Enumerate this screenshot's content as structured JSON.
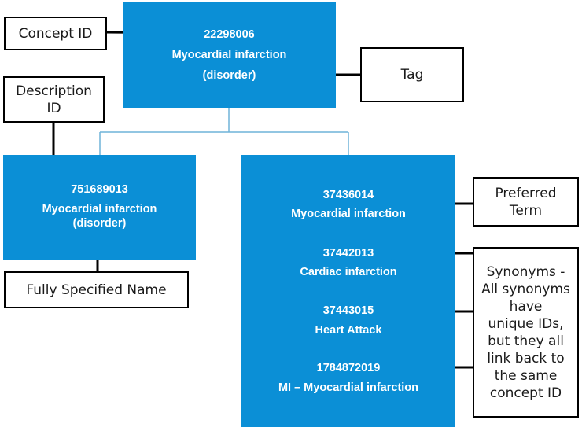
{
  "concept": {
    "id": "22298006",
    "name": "Myocardial infarction",
    "tag": "(disorder)"
  },
  "fsn_box": {
    "id": "751689013",
    "name": "Myocardial infarction",
    "tag": "(disorder)"
  },
  "descriptions": [
    {
      "id": "37436014",
      "term": "Myocardial infarction"
    },
    {
      "id": "37442013",
      "term": "Cardiac infarction"
    },
    {
      "id": "37443015",
      "term": "Heart Attack"
    },
    {
      "id": "1784872019",
      "term": "MI – Myocardial infarction"
    }
  ],
  "labels": {
    "concept_id": "Concept ID",
    "tag": "Tag",
    "description_id_1": "Description",
    "description_id_2": "ID",
    "fsn": "Fully Specified Name",
    "preferred_1": "Preferred",
    "preferred_2": "Term",
    "synonyms": [
      "Synonyms -",
      "All synonyms",
      "have",
      "unique IDs,",
      "but they all",
      "link back to",
      "the same",
      "concept ID"
    ]
  },
  "colors": {
    "box_fill": "#0b8fd6",
    "connector": "#6fb3d9",
    "arrow": "#000000"
  }
}
